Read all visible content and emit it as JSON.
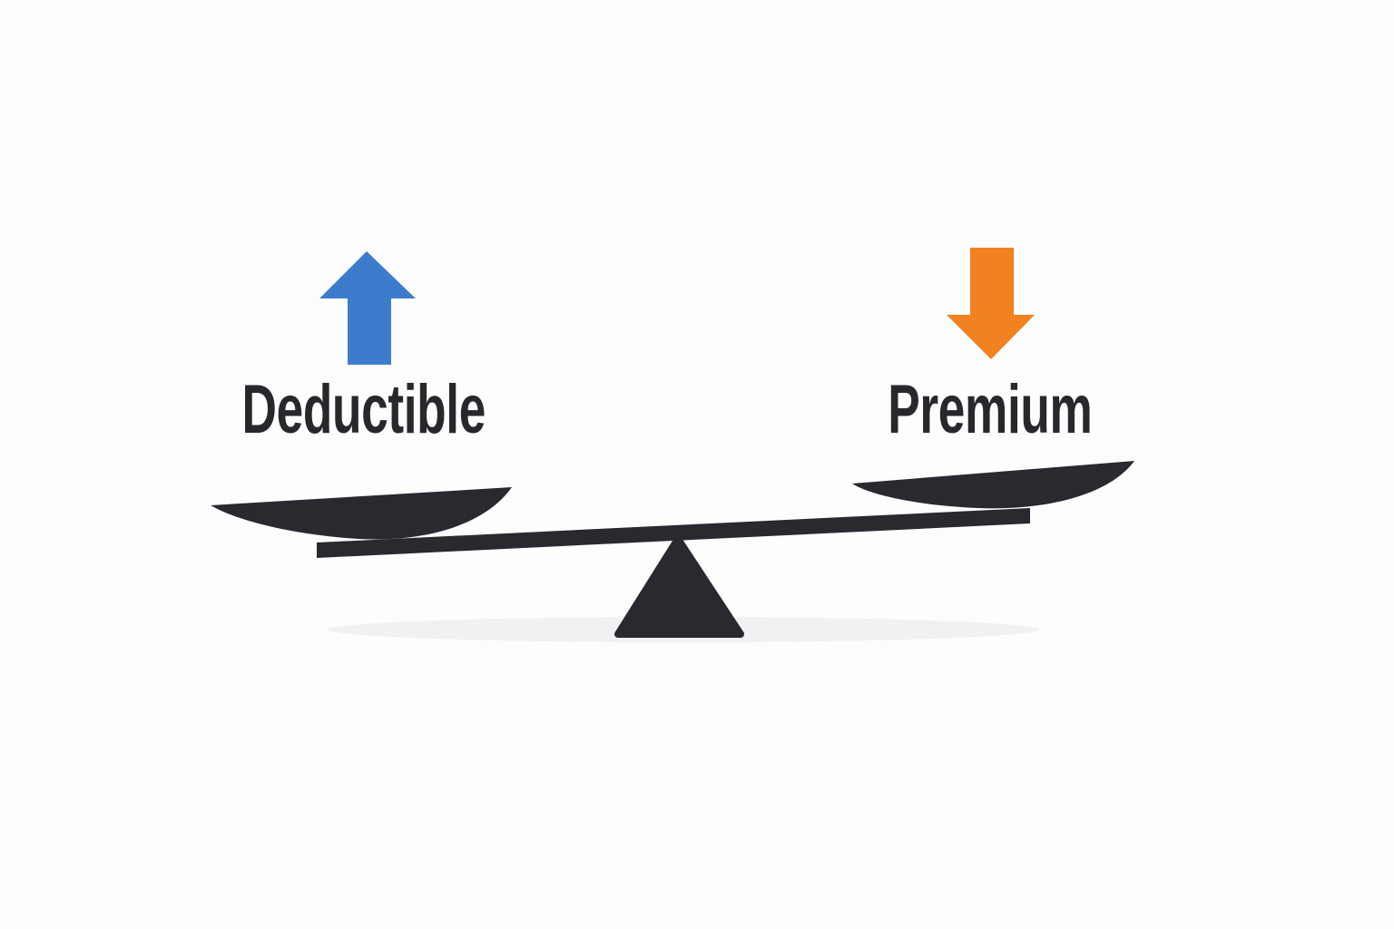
{
  "diagram": {
    "type": "balance-seesaw",
    "left": {
      "label": "Deductible",
      "arrow": "up"
    },
    "right": {
      "label": "Premium",
      "arrow": "down"
    }
  },
  "colors": {
    "background": "#fefdfe",
    "up_arrow_blue": "#3d7ccc",
    "down_arrow_orange": "#f28120",
    "scale_dark": "#2a2930",
    "label_text": "#28272c",
    "ground_shadow": "#eeedf0"
  }
}
